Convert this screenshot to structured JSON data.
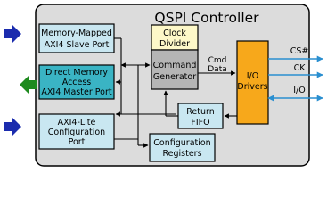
{
  "title": "QSPI Controller",
  "blocks": {
    "memory_mapped": {
      "line1": "Memory-Mapped",
      "line2": "AXI4 Slave Port"
    },
    "dma": {
      "line1": "Direct Memory",
      "line2": "Access",
      "line3": "AXI4 Master Port"
    },
    "axi4_lite": {
      "line1": "AXI4-Lite",
      "line2": "Configuration",
      "line3": "Port"
    },
    "clock_divider": {
      "line1": "Clock",
      "line2": "Divider"
    },
    "command_generator": {
      "line1": "Command",
      "line2": "Generator"
    },
    "io_drivers": {
      "line1": "I/O",
      "line2": "Drivers"
    },
    "return_fifo": {
      "line1": "Return",
      "line2": "FIFO"
    },
    "config_registers": {
      "line1": "Configuration",
      "line2": "Registers"
    }
  },
  "labels": {
    "cmd": "Cmd",
    "data": "Data",
    "cs": "CS#",
    "ck": "CK",
    "io": "I/O"
  },
  "colors": {
    "light_blue": "#c9e7f1",
    "teal": "#3ab4c4",
    "gray": "#b5b5b5",
    "yellow": "#fdf8c8",
    "orange": "#f7a81b",
    "container": "#dcdcdc",
    "blue_arrow": "#1b2cae",
    "green_arrow": "#1e8a1e",
    "io_arrow": "#2a8fd0"
  }
}
